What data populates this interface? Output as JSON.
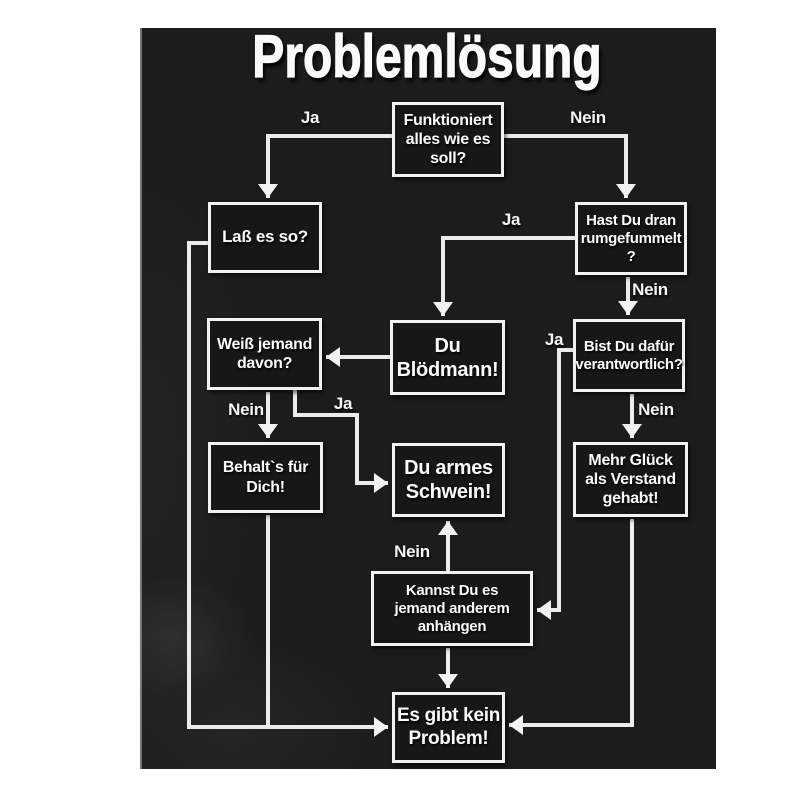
{
  "title": "Problemlösung",
  "colors": {
    "page_background": "#ffffff",
    "shirt": "#1c1c1c",
    "ink": "#f2f2f2"
  },
  "flowchart": {
    "nodes": {
      "funktioniert": "Funktioniert\nalles wie es\nsoll?",
      "lass": "Laß es so?",
      "hast": "Hast Du dran\nrumgefummelt\n?",
      "bloedmann": "Du\nBlödmann!",
      "bist": "Bist Du dafür\nverantwortlich?",
      "weiss": "Weiß jemand\ndavon?",
      "behalt": "Behalt`s für\nDich!",
      "schwein": "Du armes\nSchwein!",
      "mehr": "Mehr Glück\nals Verstand\ngehabt!",
      "kannst": "Kannst Du es\njemand anderem\nanhängen",
      "problem": "Es gibt kein\nProblem!"
    },
    "labels": {
      "ja_top": "Ja",
      "nein_top": "Nein",
      "ja_hast": "Ja",
      "nein_hast": "Nein",
      "ja_bist": "Ja",
      "nein_bist": "Nein",
      "nein_weiss": "Nein",
      "ja_weiss": "Ja",
      "nein_kannst": "Nein"
    }
  }
}
